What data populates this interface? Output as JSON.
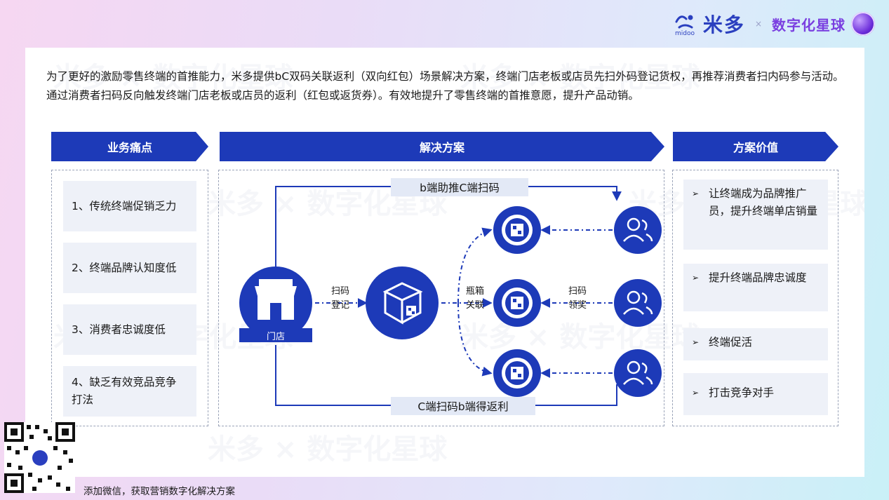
{
  "brand": {
    "main": "米多",
    "mark": "midoo",
    "sub": "数字化星球",
    "x": "×"
  },
  "intro": "为了更好的激励零售终端的首推能力，米多提供bC双码关联返利（双向红包）场景解决方案，终端门店老板或店员先扫外码登记货权，再推荐消费者扫内码参与活动。通过消费者扫码反向触发终端门店老板或店员的返利（红包或返货券）。有效地提升了零售终端的首推意愿，提升产品动销。",
  "headers": {
    "pain": "业务痛点",
    "solution": "解决方案",
    "value": "方案价值"
  },
  "pain_points": [
    "1、传统终端促销乏力",
    "2、终端品牌认知度低",
    "3、消费者忠诚度低",
    "4、缺乏有效竞品竞争打法"
  ],
  "diagram": {
    "top_flow": "b端助推C端扫码",
    "bottom_flow": "C端扫码b端得返利",
    "store": "门店",
    "step1_line1": "扫码",
    "step1_line2": "登记",
    "step2_line1": "瓶箱",
    "step2_line2": "关联",
    "step3_line1": "扫码",
    "step3_line2": "领奖"
  },
  "values": [
    "让终端成为品牌推广员，提升终端单店销量",
    "提升终端品牌忠诚度",
    "终端促活",
    "打击竞争对手"
  ],
  "footer": {
    "text": "添加微信，获取营销数字化解决方案"
  },
  "colors": {
    "primary": "#1d3ab8",
    "panel_bg": "#eef1f8",
    "label_bg": "#e3e9f6"
  }
}
